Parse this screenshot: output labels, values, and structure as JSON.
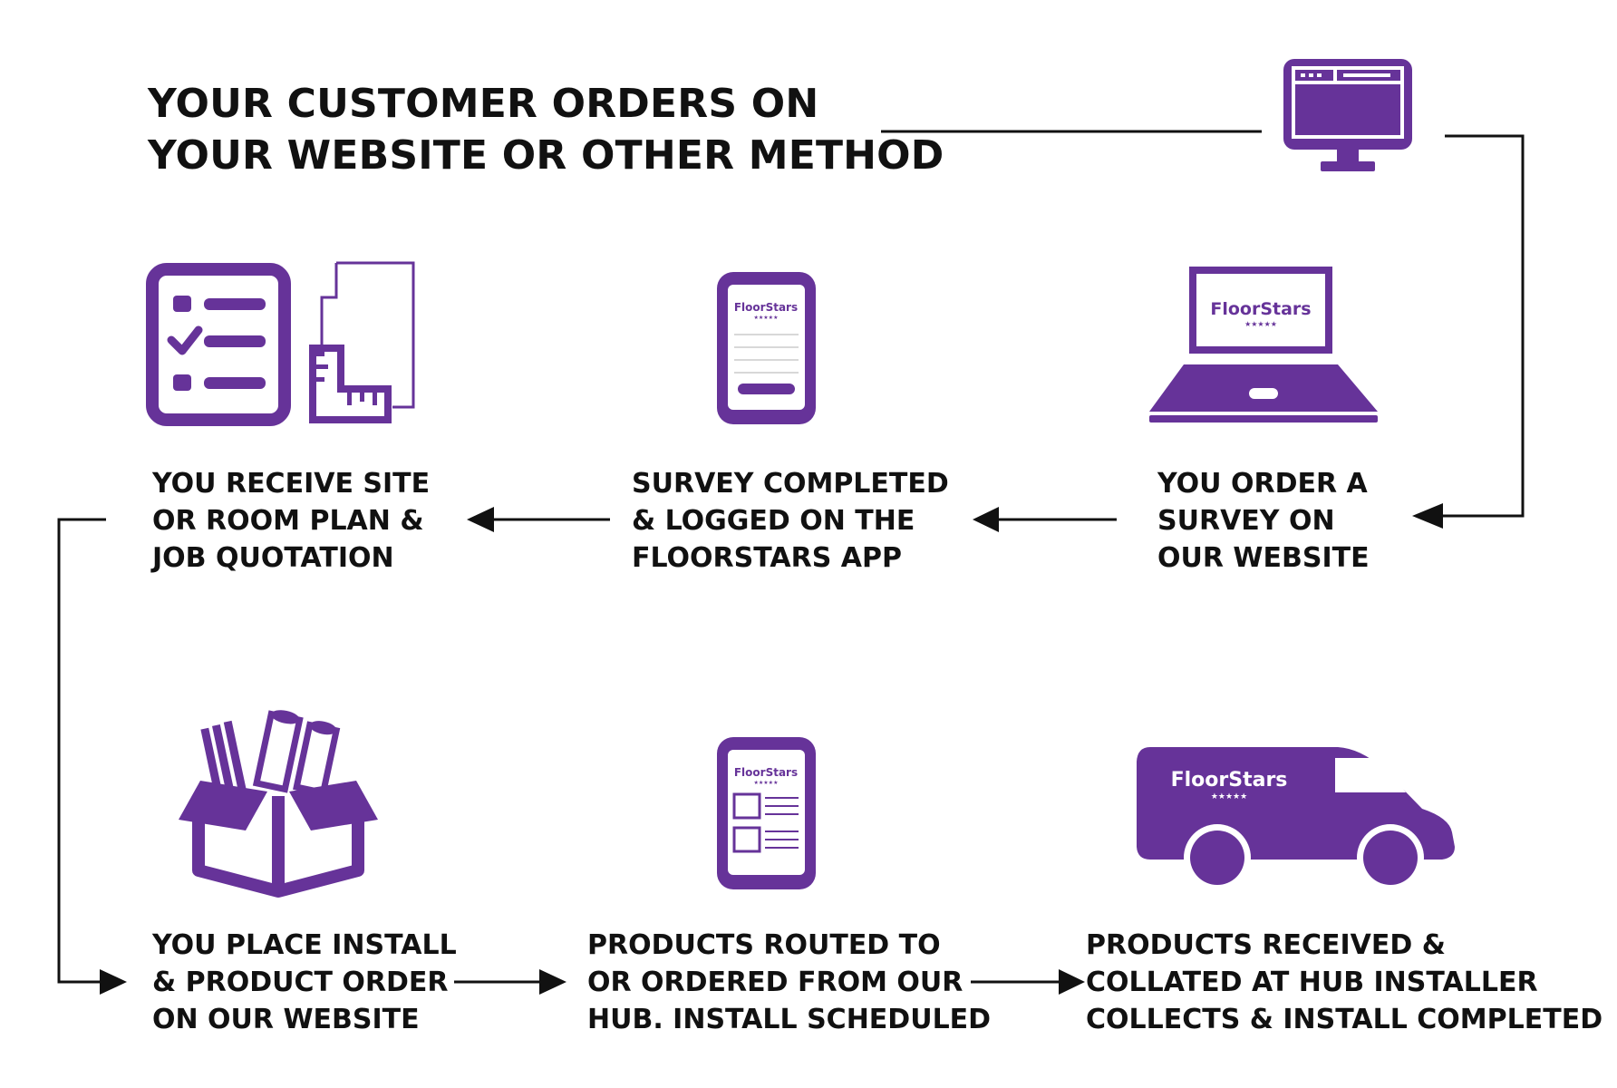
{
  "diagram": {
    "headline": [
      "YOUR CUSTOMER ORDERS ON",
      "YOUR WEBSITE OR OTHER METHOD"
    ],
    "steps": [
      {
        "id": "order-survey",
        "icon": "laptop-icon",
        "lines": [
          "YOU ORDER A",
          "SURVEY  ON",
          "OUR WEBSITE"
        ]
      },
      {
        "id": "survey-completed",
        "icon": "phone-survey-icon",
        "lines": [
          "SURVEY COMPLETED",
          "& LOGGED ON THE",
          "FLOORSTARS APP"
        ]
      },
      {
        "id": "receive-plan",
        "icon": "checklist-plan-icon",
        "lines": [
          "YOU RECEIVE  SITE",
          "OR ROOM PLAN &",
          "JOB QUOTATION"
        ]
      },
      {
        "id": "place-order",
        "icon": "box-icon",
        "lines": [
          "YOU PLACE INSTALL",
          "& PRODUCT ORDER",
          "ON OUR WEBSITE"
        ]
      },
      {
        "id": "products-routed",
        "icon": "phone-list-icon",
        "lines": [
          "PRODUCTS ROUTED TO",
          "OR ORDERED  FROM OUR",
          "HUB. INSTALL SCHEDULED"
        ]
      },
      {
        "id": "products-received",
        "icon": "van-icon",
        "lines": [
          "PRODUCTS RECEIVED &",
          "COLLATED AT HUB INSTALLER",
          "COLLECTS & INSTALL COMPLETED"
        ]
      }
    ],
    "brand": {
      "name": "FloorStars",
      "stars": "★★★★★"
    },
    "colors": {
      "accent": "#663399",
      "text": "#111111",
      "line": "#111111",
      "background": "#ffffff"
    }
  }
}
